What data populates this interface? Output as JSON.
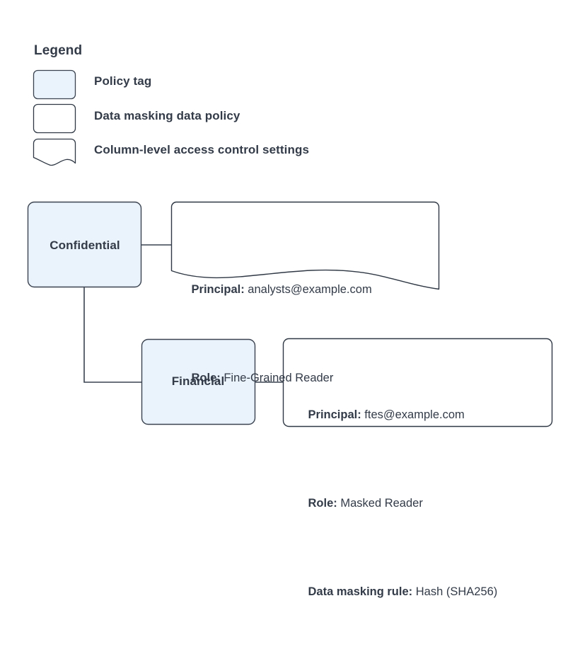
{
  "diagram": {
    "background": "#ffffff",
    "colors": {
      "tag_fill": "#eaf2fc",
      "shape_stroke": "#3b4350",
      "policy_stroke": "#2f3844",
      "connector": "#3b4350",
      "text": "#333b48"
    },
    "legend": {
      "title": "Legend",
      "items": [
        {
          "label": "Policy tag",
          "swatch": "rounded-rect-filled"
        },
        {
          "label": "Data masking data policy",
          "swatch": "rounded-rect-empty"
        },
        {
          "label": "Column-level access control settings",
          "swatch": "wavy-bottom-document"
        }
      ]
    },
    "nodes": [
      {
        "id": "confidential",
        "label": "Confidential",
        "shape": "policy-tag"
      },
      {
        "id": "financial",
        "label": "Financial",
        "shape": "policy-tag"
      }
    ],
    "callouts": [
      {
        "id": "confidential-access-control",
        "shape": "wavy-bottom-document",
        "lines": [
          {
            "key": "Principal:",
            "value": " analysts@example.com"
          },
          {
            "key": "Role:",
            "value": " Fine-Grained Reader"
          }
        ]
      },
      {
        "id": "financial-masking-policy",
        "shape": "rounded-rect-empty",
        "lines": [
          {
            "key": "Principal:",
            "value": " ftes@example.com"
          },
          {
            "key": "Role:",
            "value": " Masked Reader"
          },
          {
            "key": "Data masking rule:",
            "value": " Hash (SHA256)"
          }
        ]
      }
    ],
    "connectors": [
      {
        "id": "confidential-to-callout",
        "from": "confidential",
        "to": "confidential-access-control"
      },
      {
        "id": "confidential-to-financial",
        "from": "confidential",
        "to": "financial"
      },
      {
        "id": "financial-to-callout",
        "from": "financial",
        "to": "financial-masking-policy"
      }
    ]
  }
}
